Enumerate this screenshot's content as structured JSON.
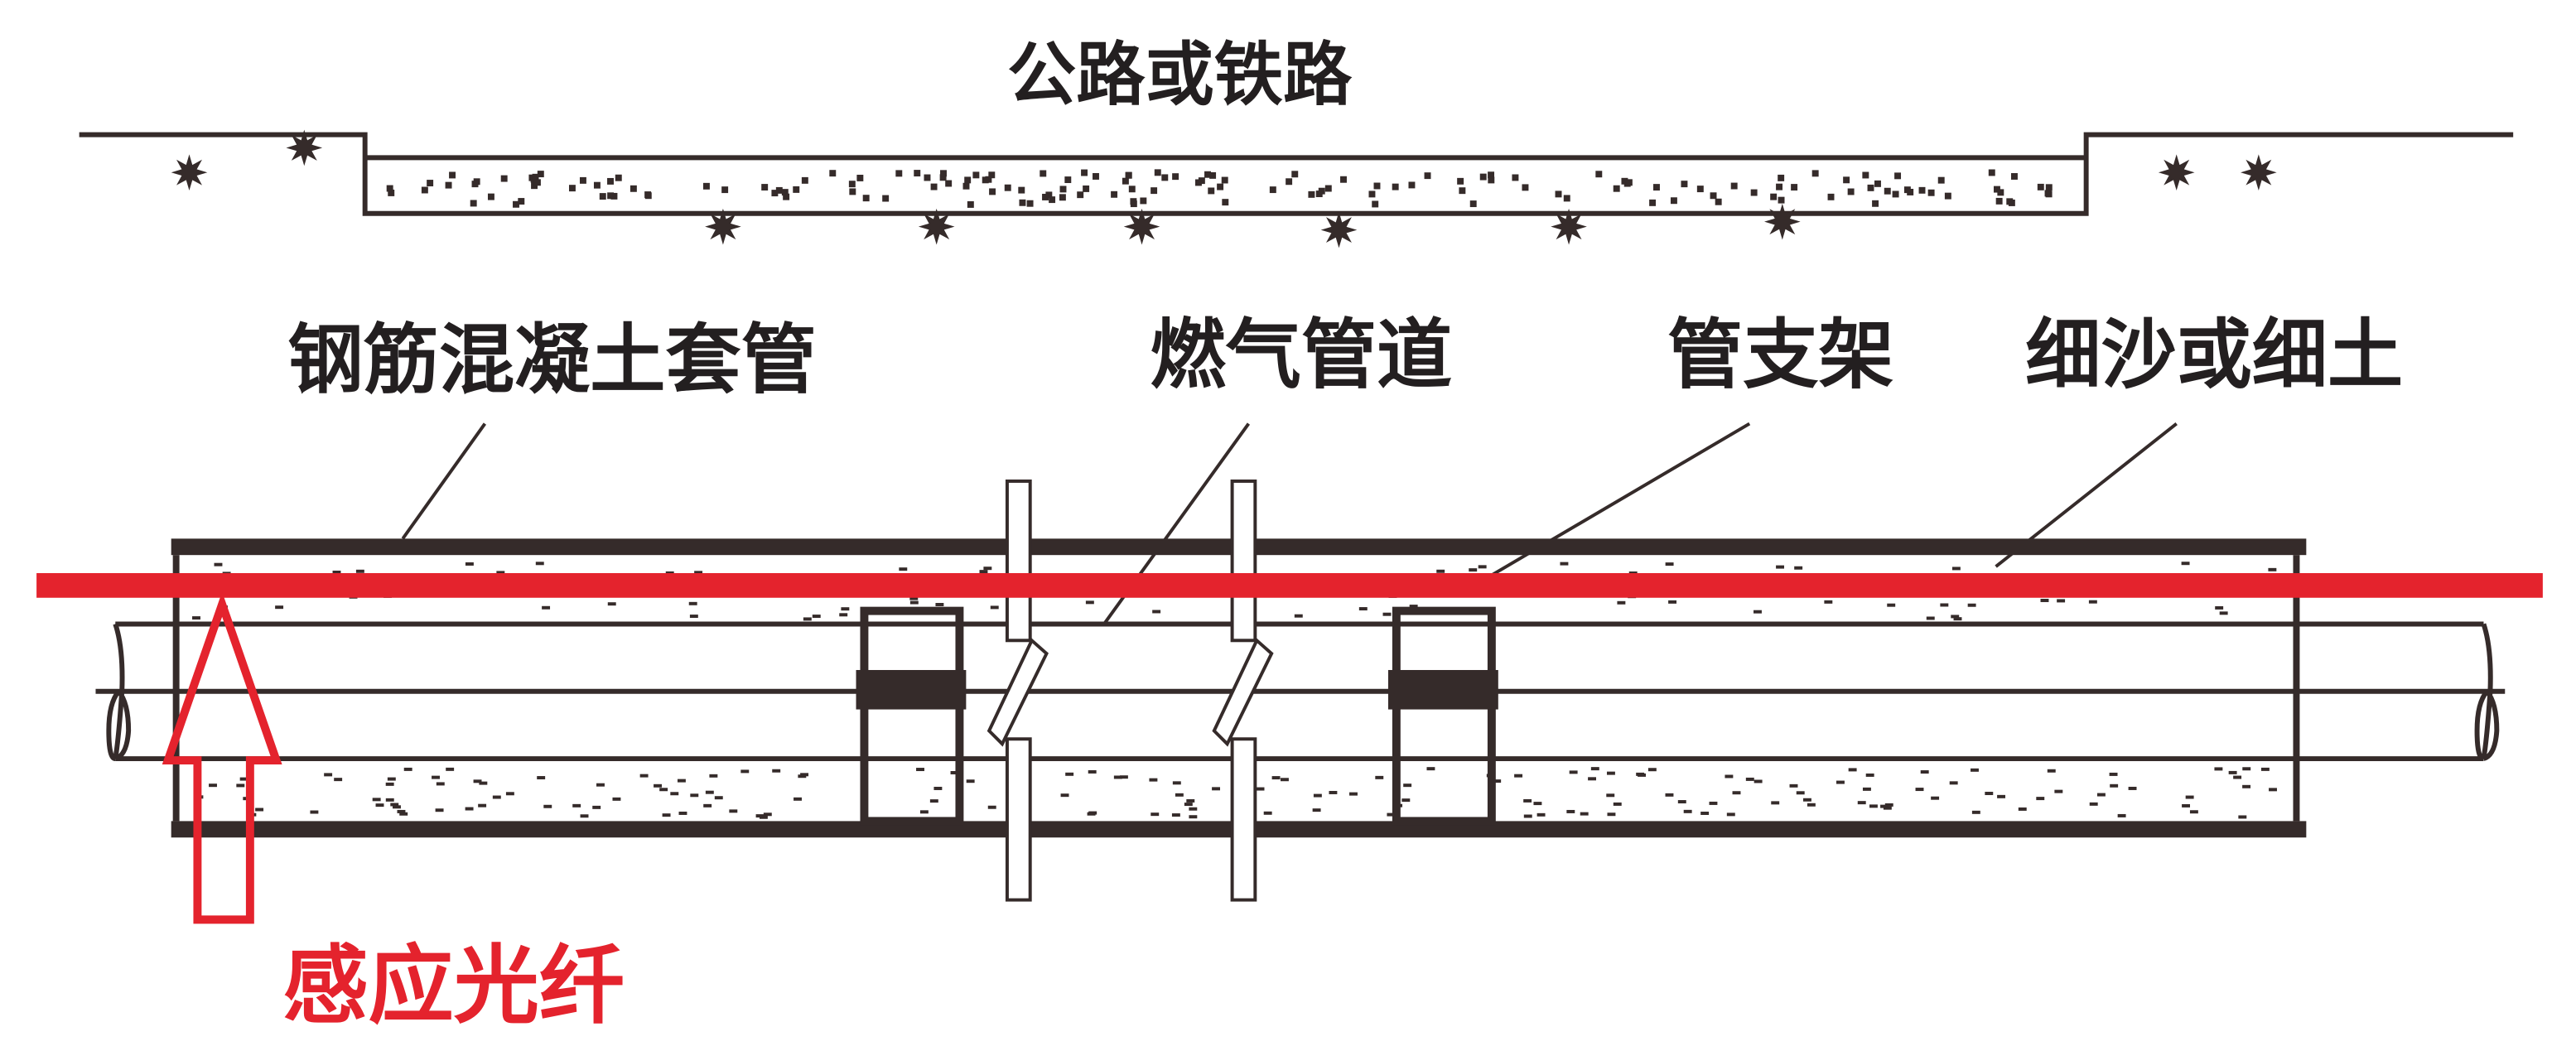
{
  "labels": {
    "road": "公路或铁路",
    "casing": "钢筋混凝土套管",
    "gas_pipe": "燃气管道",
    "support": "管支架",
    "sand": "细沙或细土",
    "fiber": "感应光纤"
  },
  "colors": {
    "ink": "#352b2a",
    "fiber": "#e4232d"
  }
}
